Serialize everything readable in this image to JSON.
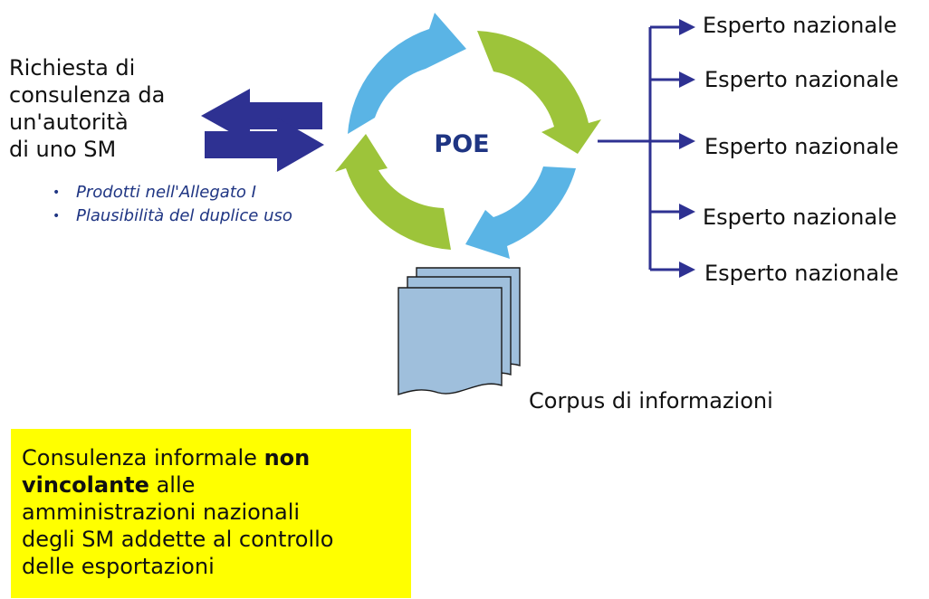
{
  "request": {
    "lines": [
      "Richiesta di",
      "consulenza da",
      "un'autorità",
      "di uno SM"
    ],
    "bullets": [
      "Prodotti nell'Allegato I",
      "Plausibilità del duplice uso"
    ]
  },
  "center": {
    "label": "POE"
  },
  "experts": [
    "Esperto nazionale",
    "Esperto nazionale",
    "Esperto nazionale",
    "Esperto nazionale",
    "Esperto nazionale"
  ],
  "corpus": {
    "label": "Corpus di informazioni"
  },
  "note": {
    "part1": "Consulenza informale ",
    "bold1": "non",
    "bold2": "vincolante",
    "part2": " alle",
    "line3": "amministrazioni nazionali",
    "line4": "degli SM addette al controllo",
    "line5": "delle esportazioni"
  },
  "colors": {
    "cycle_blue": "#5ab4e5",
    "cycle_green": "#9dc43a",
    "arrow_navy": "#2e3192",
    "poe_text": "#1f3583",
    "doc_fill": "#9fbfdc",
    "note_bg": "#ffff00"
  }
}
